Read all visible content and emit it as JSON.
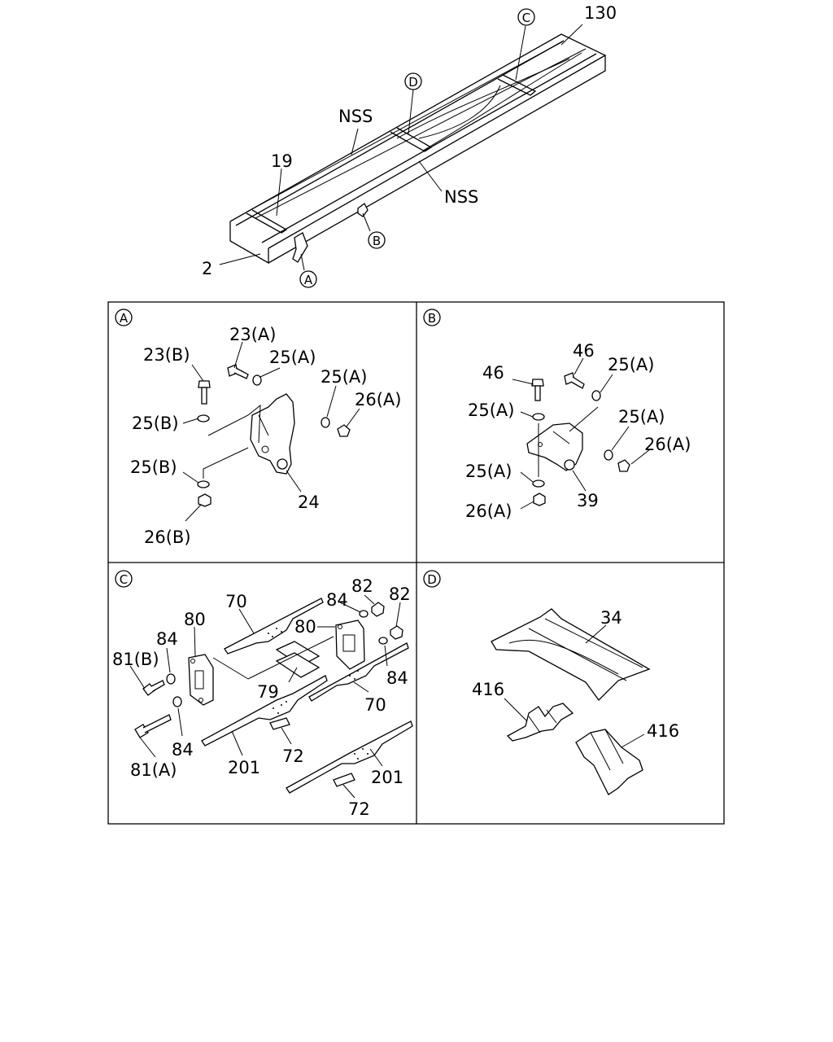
{
  "overview": {
    "labels": {
      "frame": "130",
      "nss_top": "NSS",
      "nss_side": "NSS",
      "crossmember": "19",
      "sidemember": "2"
    },
    "callouts": {
      "a": "A",
      "b": "B",
      "c": "C",
      "d": "D"
    }
  },
  "panels": {
    "a": {
      "marker": "A",
      "labels": {
        "bolt_23b": "23(B)",
        "bolt_23a": "23(A)",
        "washer_25a_1": "25(A)",
        "washer_25a_2": "25(A)",
        "nut_26a": "26(A)",
        "washer_25b_1": "25(B)",
        "washer_25b_2": "25(B)",
        "nut_26b": "26(B)",
        "bracket_24": "24"
      }
    },
    "b": {
      "marker": "B",
      "labels": {
        "bolt_46_1": "46",
        "bolt_46_2": "46",
        "washer_25a_1": "25(A)",
        "washer_25a_2": "25(A)",
        "washer_25a_3": "25(A)",
        "washer_25a_4": "25(A)",
        "nut_26a_1": "26(A)",
        "nut_26a_2": "26(A)",
        "bracket_39": "39"
      }
    },
    "c": {
      "marker": "C",
      "labels": {
        "plate_70_1": "70",
        "plate_70_2": "70",
        "washer_84_1": "84",
        "washer_84_2": "84",
        "washer_84_3": "84",
        "washer_84_4": "84",
        "nut_82_1": "82",
        "nut_82_2": "82",
        "bracket_80_1": "80",
        "bracket_80_2": "80",
        "bolt_81b": "81(B)",
        "bolt_81a": "81(A)",
        "plate_79": "79",
        "plate_201_1": "201",
        "plate_201_2": "201",
        "plate_72_1": "72",
        "plate_72_2": "72"
      }
    },
    "d": {
      "marker": "D",
      "labels": {
        "member_34": "34",
        "bracket_416_1": "416",
        "bracket_416_2": "416"
      }
    }
  }
}
